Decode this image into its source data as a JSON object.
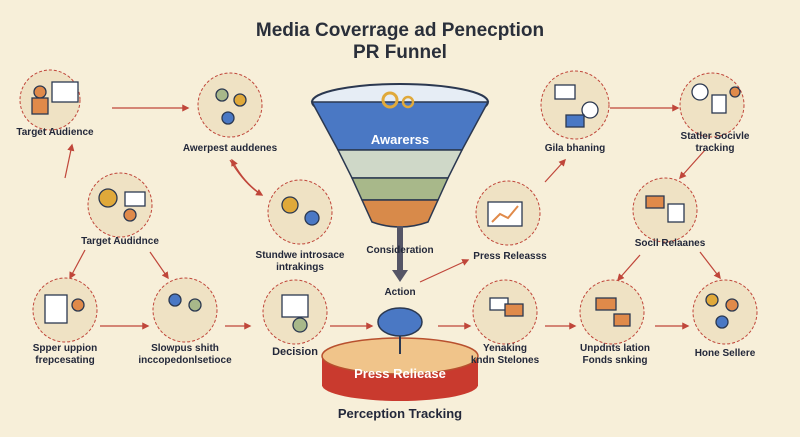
{
  "header": {
    "title_line1": "Media Coverrage ad Penecption",
    "title_line2": "PR Funnel"
  },
  "funnel": {
    "top_label": "Awarerss",
    "middle_label": "Consideration",
    "action_label": "Action",
    "base_label": "Press Reliease",
    "footer_label": "Perception Tracking",
    "colors": {
      "top": "#4a78c4",
      "band2": "#cfd8c8",
      "band3": "#a8b88a",
      "band4": "#d88a4a",
      "base": "#c93a2e",
      "base_top": "#f0c48a"
    }
  },
  "nodes": {
    "target_audience_top": "Target Audience",
    "awareness_audiences": "Awerpest auddenes",
    "target_audience_mid": "Target Audidnce",
    "stndwe": [
      "Stundwe introsace",
      "intrakings"
    ],
    "sppr": [
      "Spper uppion",
      "frepcesating"
    ],
    "slowpus": [
      "Slowpus shith",
      "inccopedonlsetioce"
    ],
    "decision": "Decision",
    "gia_bhaning": "Gila bhaning",
    "staller": [
      "Statler Socivle",
      "tracking"
    ],
    "press_relea": "Press Releasss",
    "socil_relaanes": "Socil Relaanes",
    "yenaking": [
      "Yenaking",
      "kndn Stelones"
    ],
    "unpdnts": [
      "Unpdnts lation",
      "Fonds snking"
    ],
    "hone_sellere": "Hone Sellere"
  },
  "icons": [
    "target-audience-icon",
    "awareness-people-icon",
    "question-gear-icon",
    "newspaper-reader-icon",
    "press-people-icon",
    "interview-icon",
    "chess-document-icon",
    "media-planning-icon",
    "social-tracking-icon",
    "chart-monitor-icon",
    "social-chat-icon",
    "team-chat-icon",
    "news-cards-icon",
    "people-group-icon",
    "idea-cloud-icon"
  ]
}
